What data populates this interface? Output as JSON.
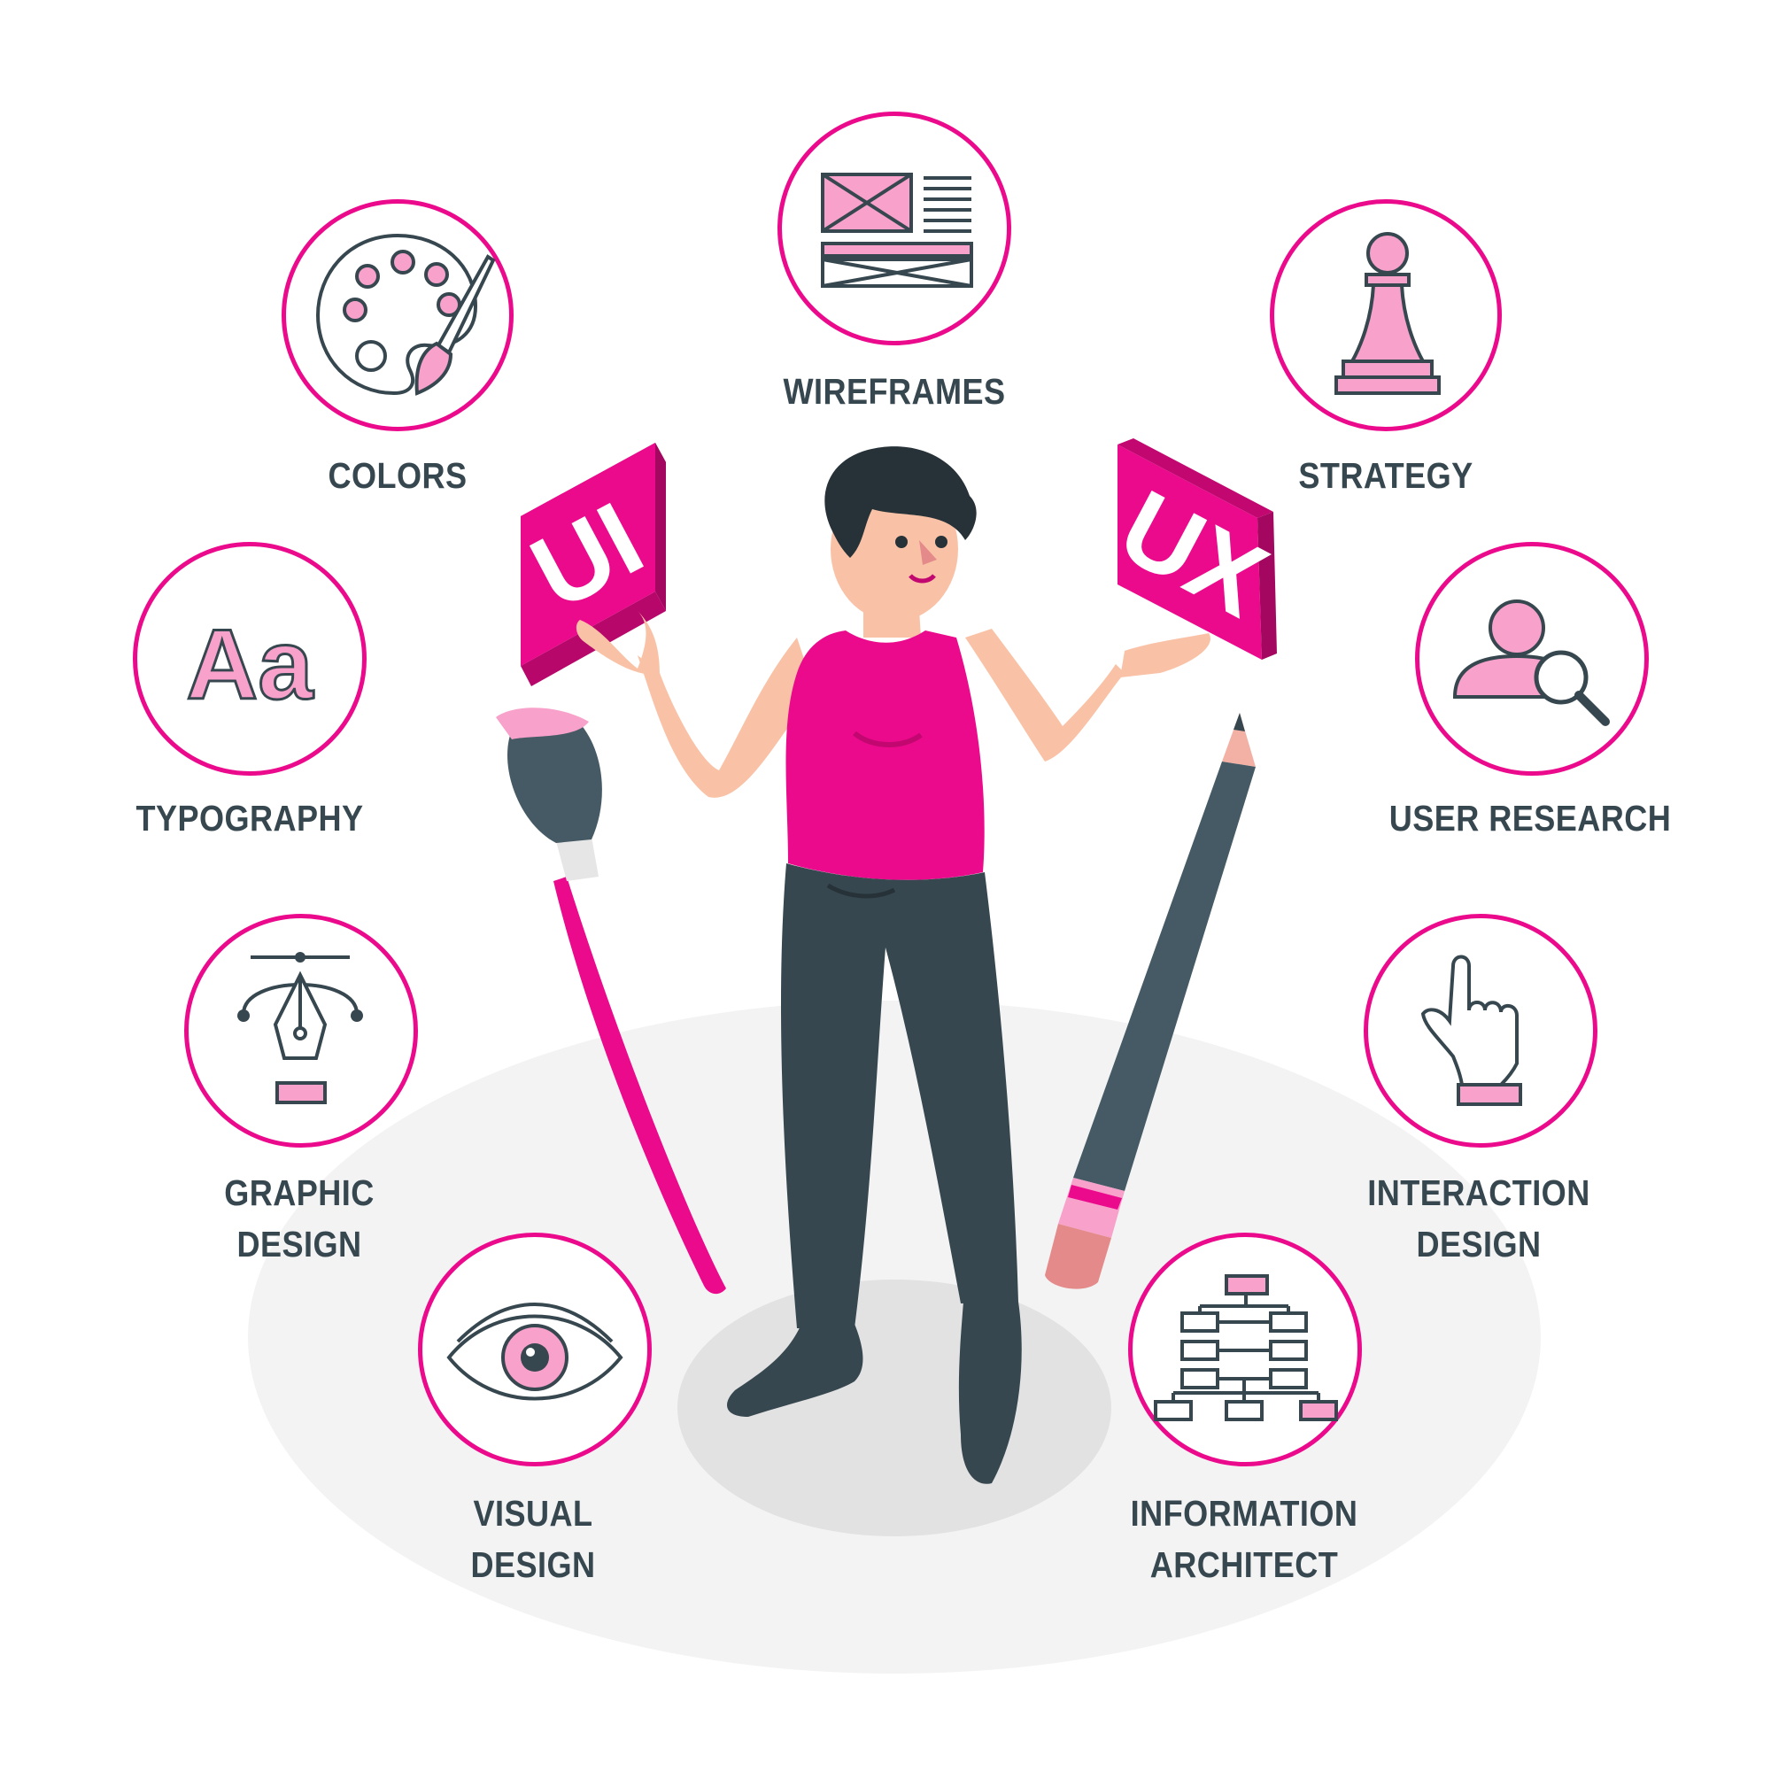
{
  "accent_color": "#ec0a8c",
  "light_pink": "#f7a1cb",
  "ink_color": "#37474f",
  "badges": {
    "ui": "UI",
    "ux": "UX"
  },
  "skills": [
    {
      "id": "colors",
      "icon": "palette-icon",
      "lines": [
        "COLORS"
      ]
    },
    {
      "id": "wireframes",
      "icon": "wireframe-icon",
      "lines": [
        "WIREFRAMES"
      ]
    },
    {
      "id": "strategy",
      "icon": "chess-pawn-icon",
      "lines": [
        "STRATEGY"
      ]
    },
    {
      "id": "typography",
      "icon": "typography-icon",
      "lines": [
        "TYPOGRAPHY"
      ],
      "glyph": "Aa"
    },
    {
      "id": "user-research",
      "icon": "user-search-icon",
      "lines": [
        "USER RESEARCH"
      ]
    },
    {
      "id": "graphic-design",
      "icon": "pen-tool-icon",
      "lines": [
        "GRAPHIC",
        "DESIGN"
      ]
    },
    {
      "id": "interaction-design",
      "icon": "pointer-hand-icon",
      "lines": [
        "INTERACTION",
        "DESIGN"
      ]
    },
    {
      "id": "visual-design",
      "icon": "eye-icon",
      "lines": [
        "VISUAL",
        "DESIGN"
      ]
    },
    {
      "id": "information-architect",
      "icon": "sitemap-icon",
      "lines": [
        "INFORMATION",
        "ARCHITECT"
      ]
    }
  ]
}
